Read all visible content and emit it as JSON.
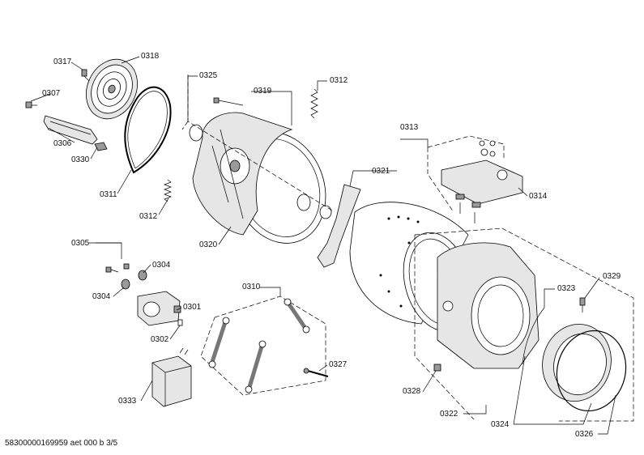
{
  "labels": {
    "p0301": "0301",
    "p0302": "0302",
    "p0304a": "0304",
    "p0304b": "0304",
    "p0305": "0305",
    "p0306": "0306",
    "p0307": "0307",
    "p0310": "0310",
    "p0311": "0311",
    "p0312a": "0312",
    "p0312b": "0312",
    "p0313": "0313",
    "p0314": "0314",
    "p0317": "0317",
    "p0318": "0318",
    "p0319": "0319",
    "p0320": "0320",
    "p0321": "0321",
    "p0322": "0322",
    "p0323": "0323",
    "p0324": "0324",
    "p0325": "0325",
    "p0326": "0326",
    "p0327": "0327",
    "p0328": "0328",
    "p0329": "0329",
    "p0330": "0330",
    "p0333": "0333"
  },
  "footer": "58300000169959 aet 000 b 3/5"
}
